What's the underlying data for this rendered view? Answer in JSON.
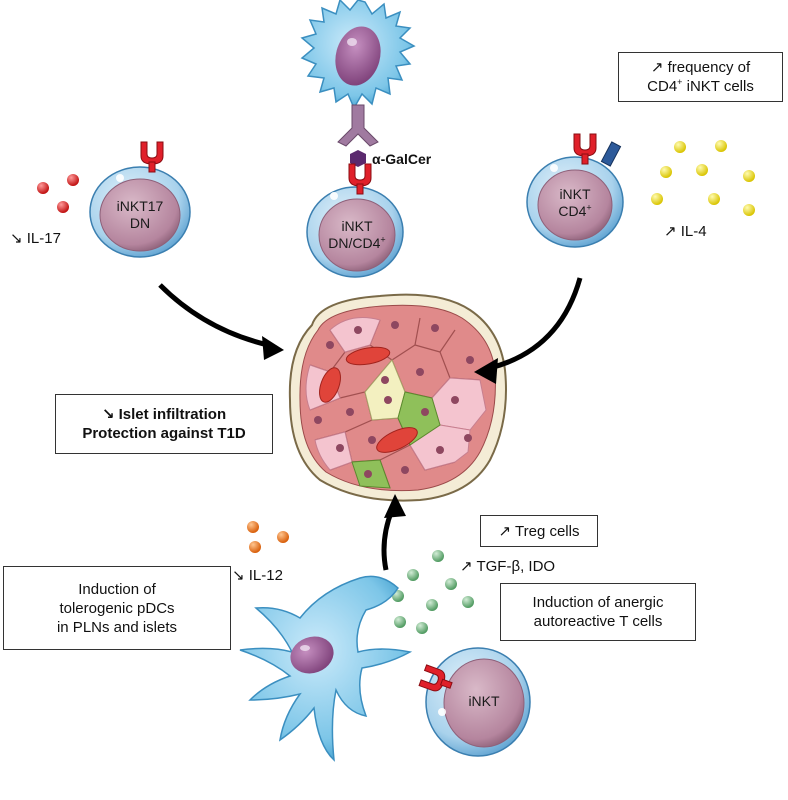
{
  "cells": {
    "top_left": {
      "line1": "iNKT17",
      "line2": "DN"
    },
    "top_center": {
      "line1": "iNKT",
      "line2": "DN/CD4",
      "line2_sup": "+"
    },
    "top_right": {
      "line1": "iNKT",
      "line2": "CD4",
      "line2_sup": "+"
    },
    "bottom": {
      "line1": "iNKT"
    }
  },
  "labels": {
    "galcer": "α-GalCer",
    "il17": "↘ IL-17",
    "il4": "↗ IL-4",
    "il12": "↘ IL-12",
    "tgf": "↗ TGF-β, IDO"
  },
  "boxes": {
    "cd4_freq": {
      "line1": "↗ frequency of",
      "line2_pre": "CD4",
      "line2_sup": "+",
      "line2_post": " iNKT cells"
    },
    "islet": {
      "line1": "↘ Islet infiltration",
      "line2": "Protection against T1D"
    },
    "treg": "↗ Treg cells",
    "pdc": {
      "line1": "Induction of",
      "line2": "tolerogenic pDCs",
      "line3": "in PLNs and islets"
    },
    "anergic": {
      "line1": "Induction of anergic",
      "line2": "autoreactive T cells"
    }
  },
  "colors": {
    "cell_membrane": "#a9d2ec",
    "nucleus": "#b5859e",
    "receptor": "#e0202a",
    "dendritic": "#7dc6e8",
    "dc_nucleus": "#9a5c93",
    "il17_dot": "#e02020",
    "il4_dot": "#f2e21a",
    "il12_dot": "#ee7a1e",
    "tgf_dot": "#7dbb8a",
    "islet_outer": "#efe6d0",
    "islet_cell": "#e08a8a",
    "arrow": "#000000"
  },
  "icons": [
    "receptor-icon",
    "dendritic-cell-icon",
    "galcer-hexagon-icon",
    "islet-icon",
    "arrow-icon",
    "cd4-coreceptor-icon"
  ]
}
